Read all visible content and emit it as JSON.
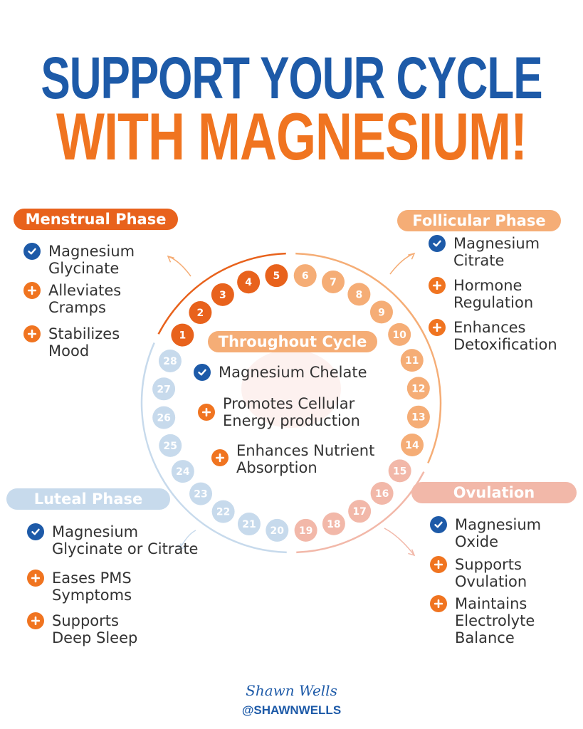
{
  "title": {
    "line1": "SUPPORT YOUR CYCLE",
    "line2": "WITH MAGNESIUM!"
  },
  "colors": {
    "blue": "#1d5aa8",
    "orange": "#f07420",
    "menstrual": "#e8621c",
    "follicular": "#f5ad76",
    "ovulation": "#f2b8a9",
    "luteal": "#c7daec",
    "text": "#333333"
  },
  "cycle": {
    "days": [
      1,
      2,
      3,
      4,
      5,
      6,
      7,
      8,
      9,
      10,
      11,
      12,
      13,
      14,
      15,
      16,
      17,
      18,
      19,
      20,
      21,
      22,
      23,
      24,
      25,
      26,
      27,
      28
    ],
    "phase_days": {
      "menstrual": [
        1,
        5
      ],
      "follicular": [
        6,
        14
      ],
      "ovulation": [
        15,
        19
      ],
      "luteal": [
        20,
        28
      ]
    }
  },
  "throughout": {
    "label": "Throughout Cycle",
    "items": [
      {
        "icon": "check-icon",
        "text": "Magnesium Chelate"
      },
      {
        "icon": "plus-icon",
        "text": "Promotes Cellular\nEnergy production"
      },
      {
        "icon": "plus-icon",
        "text": "Enhances Nutrient\nAbsorption"
      }
    ]
  },
  "phases": {
    "menstrual": {
      "label": "Menstrual Phase",
      "items": [
        {
          "icon": "check-icon",
          "text": "Magnesium\nGlycinate"
        },
        {
          "icon": "plus-icon",
          "text": "Alleviates\nCramps"
        },
        {
          "icon": "plus-icon",
          "text": "Stabilizes\nMood"
        }
      ]
    },
    "follicular": {
      "label": "Follicular Phase",
      "items": [
        {
          "icon": "check-icon",
          "text": "Magnesium\nCitrate"
        },
        {
          "icon": "plus-icon",
          "text": "Hormone\nRegulation"
        },
        {
          "icon": "plus-icon",
          "text": "Enhances\nDetoxification"
        }
      ]
    },
    "luteal": {
      "label": "Luteal Phase",
      "items": [
        {
          "icon": "check-icon",
          "text": "Magnesium\nGlycinate or Citrate"
        },
        {
          "icon": "plus-icon",
          "text": "Eases PMS\nSymptoms"
        },
        {
          "icon": "plus-icon",
          "text": "Supports\nDeep Sleep"
        }
      ]
    },
    "ovulation": {
      "label": "Ovulation",
      "items": [
        {
          "icon": "check-icon",
          "text": "Magnesium\nOxide"
        },
        {
          "icon": "plus-icon",
          "text": "Supports\nOvulation"
        },
        {
          "icon": "plus-icon",
          "text": "Maintains\nElectrolyte\nBalance"
        }
      ]
    }
  },
  "footer": {
    "signature": "Shawn Wells",
    "handle": "@SHAWNWELLS"
  }
}
